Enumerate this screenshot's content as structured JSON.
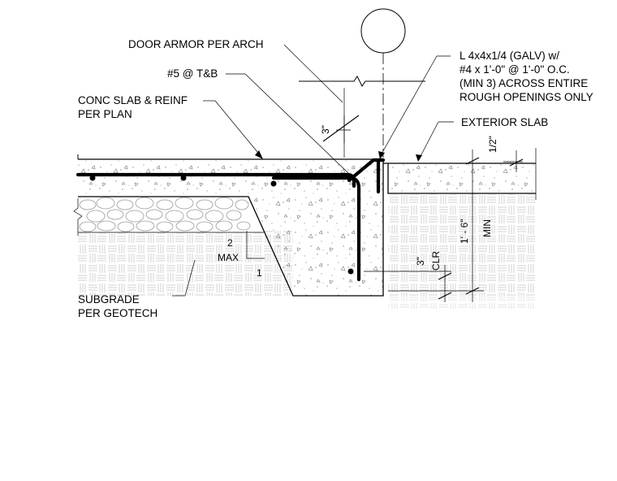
{
  "labels": {
    "door_armor": "DOOR ARMOR PER ARCH",
    "rebar": "#5 @ T&B",
    "conc_slab_1": "CONC SLAB & REINF",
    "conc_slab_2": "PER PLAN",
    "angle_1": "L 4x4x1/4 (GALV) w/",
    "angle_2": "#4 x 1'-0\" @ 1'-0\" O.C.",
    "angle_3": "(MIN 3) ACROSS ENTIRE",
    "angle_4": "ROUGH OPENINGS ONLY",
    "exterior_slab": "EXTERIOR SLAB",
    "subgrade_1": "SUBGRADE",
    "subgrade_2": "PER GEOTECH",
    "slope_rise": "2",
    "slope_max": "MAX",
    "slope_run": "1"
  },
  "dimensions": {
    "gap": "3\"",
    "half_inch": "1/2\"",
    "depth": "1' - 6\"",
    "min": "MIN",
    "clear": "3\"",
    "clear_label": "CLR"
  }
}
